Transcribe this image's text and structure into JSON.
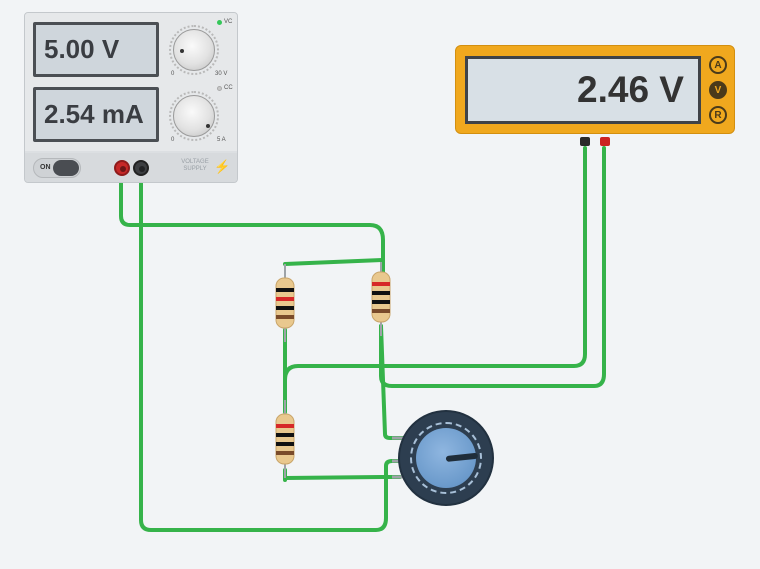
{
  "power_supply": {
    "voltage_display": "5.00 V",
    "current_display": "2.54 mA",
    "voltage_knob": {
      "min_label": "0",
      "max_label": "30 V",
      "indicator_label": "VC",
      "indicator_state": "on"
    },
    "current_knob": {
      "min_label": "0",
      "max_label": "5 A",
      "indicator_label": "CC",
      "indicator_state": "off"
    },
    "power_switch_label": "ON",
    "supply_label": "VOLTAGE SUPPLY",
    "lightning-icon": "lightning-icon"
  },
  "multimeter": {
    "reading": "2.46 V",
    "modes": [
      "A",
      "V",
      "R"
    ],
    "selected_mode": "V"
  },
  "colors": {
    "wire": "#36b34a",
    "multimeter_body": "#f0a81e",
    "resistor_body": "#e9c88e",
    "pot_body": "#2d3e50",
    "pot_knob": "#6b9acb",
    "terminal_positive": "#c62828",
    "terminal_negative": "#3d3f42"
  },
  "components": {
    "resistors": [
      {
        "name": "resistor-1",
        "bands": [
          "#111111",
          "#d62828",
          "#111111",
          "#7a4b2a"
        ]
      },
      {
        "name": "resistor-2",
        "bands": [
          "#d62828",
          "#111111",
          "#111111",
          "#7a4b2a"
        ]
      },
      {
        "name": "resistor-3",
        "bands": [
          "#d62828",
          "#111111",
          "#111111",
          "#7a4b2a"
        ]
      }
    ],
    "potentiometer": {
      "name": "potentiometer"
    }
  }
}
